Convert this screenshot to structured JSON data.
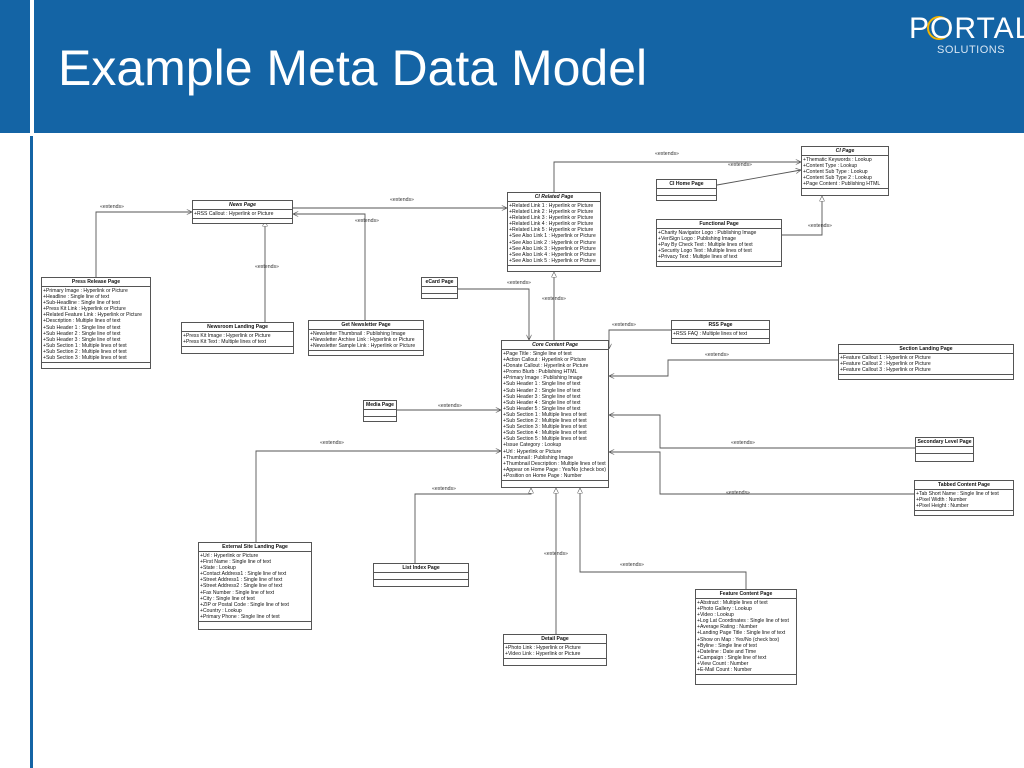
{
  "title": "Example Meta Data Model",
  "logo": {
    "text": "PORTAL",
    "subtext": "SOLUTIONS"
  },
  "diagram": {
    "edge_label": "«extends»",
    "classes": [
      {
        "id": "ci-page",
        "name": "CI Page",
        "italic": true,
        "attributes": [
          "+Thematic Keywords : Lookup",
          "+Content Type : Lookup",
          "+Content Sub Type : Lookup",
          "+Content Sub Type 2 : Lookup",
          "+Page Content : Publishing HTML"
        ]
      },
      {
        "id": "ci-home-page",
        "name": "CI Home Page",
        "italic": false,
        "attributes": []
      },
      {
        "id": "functional-page",
        "name": "Functional Page",
        "italic": false,
        "attributes": [
          "+Charity Navigator Logo : Publishing Image",
          "+VeriSign Logo : Publishing Image",
          "+Pay By Check Text : Multiple lines of text",
          "+Security Logo Text : Multiple lines of text",
          "+Privacy Text : Multiple lines of text"
        ]
      },
      {
        "id": "ci-related-page",
        "name": "CI Related Page",
        "italic": true,
        "attributes": [
          "+Related Link 1 : Hyperlink or Picture",
          "+Related Link 2 : Hyperlink or Picture",
          "+Related Link 3 : Hyperlink or Picture",
          "+Related Link 4 : Hyperlink or Picture",
          "+Related Link 5 : Hyperlink or Picture",
          "+See Also Link 1 : Hyperlink or Picture",
          "+See Also Link 2 : Hyperlink or Picture",
          "+See Also Link 3 : Hyperlink or Picture",
          "+See Also Link 4 : Hyperlink or Picture",
          "+See Also Link 5 : Hyperlink or Picture"
        ]
      },
      {
        "id": "news-page",
        "name": "News Page",
        "italic": true,
        "attributes": [
          "+RSS Callout : Hyperlink or Picture"
        ]
      },
      {
        "id": "press-release-page",
        "name": "Press Release Page",
        "italic": false,
        "attributes": [
          "+Primary Image : Hyperlink or Picture",
          "+Headline : Single line of text",
          "+Sub-Headline : Single line of text",
          "+Press Kit Link : Hyperlink or Picture",
          "+Related Feature Link : Hyperlink or Picture",
          "+Description : Multiple lines of text",
          "+Sub Header 1 : Single line of text",
          "+Sub Header 2 : Single line of text",
          "+Sub Header 3 : Single line of text",
          "+Sub Section 1 : Multiple lines of text",
          "+Sub Section 2 : Multiple lines of text",
          "+Sub Section 3 : Multiple lines of text"
        ]
      },
      {
        "id": "newsroom-landing-page",
        "name": "Newsroom Landing Page",
        "italic": false,
        "attributes": [
          "+Press Kit Image : Hyperlink or Picture",
          "+Press Kit Text : Multiple lines of text"
        ]
      },
      {
        "id": "get-newsletter-page",
        "name": "Get Newsletter Page",
        "italic": false,
        "attributes": [
          "+Newsletter Thumbnail : Publishing Image",
          "+Newsletter Archive Link : Hyperlink or Picture",
          "+Newsletter Sample Link : Hyperlink or Picture"
        ]
      },
      {
        "id": "ecard-page",
        "name": "eCard Page",
        "italic": false,
        "attributes": []
      },
      {
        "id": "rss-page",
        "name": "RSS Page",
        "italic": false,
        "attributes": [
          "+RSS FAQ : Multiple lines of text"
        ]
      },
      {
        "id": "core-content-page",
        "name": "Core Content Page",
        "italic": true,
        "attributes": [
          "+Page Title : Single line of text",
          "+Action Callout : Hyperlink or Picture",
          "+Donate Callout : Hyperlink or Picture",
          "+Promo Blurb : Publishing HTML",
          "+Primary Image : Publishing Image",
          "+Sub Header 1 : Single line of text",
          "+Sub Header 2 : Single line of text",
          "+Sub Header 3 : Single line of text",
          "+Sub Header 4 : Single line of text",
          "+Sub Header 5 : Single line of text",
          "+Sub Section 1 : Multiple lines of text",
          "+Sub Section 2 : Multiple lines of text",
          "+Sub Section 3 : Multiple lines of text",
          "+Sub Section 4 : Multiple lines of text",
          "+Sub Section 5 : Multiple lines of text",
          "+Issue Category : Lookup",
          "+Url : Hyperlink or Picture",
          "+Thumbnail : Publishing Image",
          "+Thumbnail Description : Multiple lines of text",
          "+Appear on Home Page : Yes/No (check box)",
          "+Position on Home Page : Number"
        ]
      },
      {
        "id": "section-landing-page",
        "name": "Section Landing Page",
        "italic": false,
        "attributes": [
          "+Feature Callout 1 : Hyperlink or Picture",
          "+Feature Callout 2 : Hyperlink or Picture",
          "+Feature Callout 3 : Hyperlink or Picture"
        ]
      },
      {
        "id": "media-page",
        "name": "Media Page",
        "italic": false,
        "attributes": []
      },
      {
        "id": "secondary-level-page",
        "name": "Secondary Level Page",
        "italic": false,
        "attributes": []
      },
      {
        "id": "tabbed-content-page",
        "name": "Tabbed Content Page",
        "italic": false,
        "attributes": [
          "+Tab Short Name : Single line of text",
          "+Pixel Width : Number",
          "+Pixel Height : Number"
        ]
      },
      {
        "id": "external-site-landing-page",
        "name": "External Site Landing Page",
        "italic": false,
        "attributes": [
          "+Url : Hyperlink or Picture",
          "+First Name : Single line of text",
          "+State : Lookup",
          "+Contact Address1 : Single line of text",
          "+Street Address1 : Single line of text",
          "+Street Address2 : Single line of text",
          "+Fax Number : Single line of text",
          "+City : Single line of text",
          "+ZIP or Postal Code : Single line of text",
          "+Country : Lookup",
          "+Primary Phone : Single line of text"
        ]
      },
      {
        "id": "list-index-page",
        "name": "List Index Page",
        "italic": false,
        "attributes": []
      },
      {
        "id": "detail-page",
        "name": "Detail Page",
        "italic": false,
        "attributes": [
          "+Photo Link : Hyperlink or Picture",
          "+Video Link : Hyperlink or Picture"
        ]
      },
      {
        "id": "feature-content-page",
        "name": "Feature Content Page",
        "italic": false,
        "attributes": [
          "+Abstract : Multiple lines of text",
          "+Photo Gallery : Lookup",
          "+Video : Lookup",
          "+Log Lat Coordinates : Single line of text",
          "+Average Rating : Number",
          "+Landing Page Title : Single line of text",
          "+Show on Map : Yes/No (check box)",
          "+Byline : Single line of text",
          "+Dateline : Date and Time",
          "+Campaign : Single line of text",
          "+View Count : Number",
          "+E-Mail Count : Number"
        ]
      }
    ]
  }
}
